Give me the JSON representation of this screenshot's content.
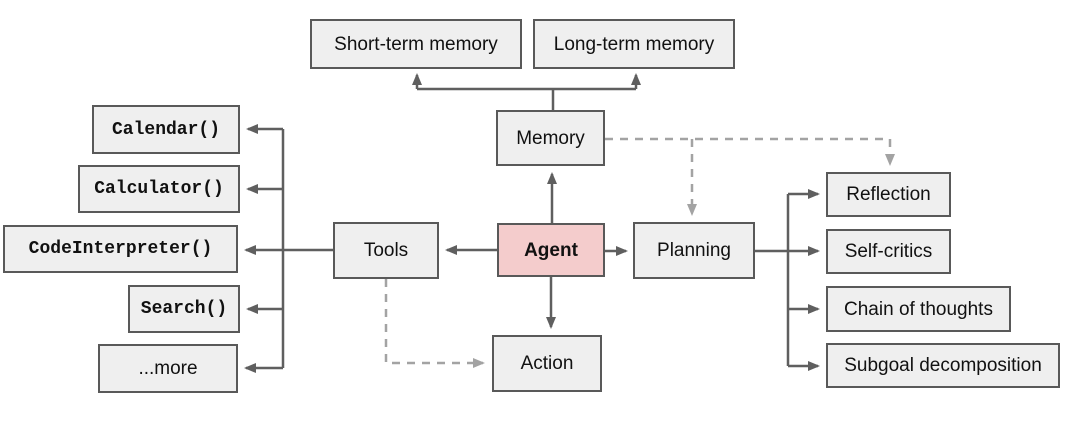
{
  "colors": {
    "background": "#ffffff",
    "node_fill": "#efefef",
    "node_border": "#595959",
    "agent_fill": "#f4cccc",
    "solid_line": "#5f5f5f",
    "dashed_line": "#a3a3a3",
    "text": "#111111"
  },
  "nodes": {
    "short_term_memory": {
      "label": "Short-term memory"
    },
    "long_term_memory": {
      "label": "Long-term memory"
    },
    "memory": {
      "label": "Memory"
    },
    "agent": {
      "label": "Agent"
    },
    "tools": {
      "label": "Tools"
    },
    "planning": {
      "label": "Planning"
    },
    "action": {
      "label": "Action"
    },
    "calendar": {
      "label": "Calendar()"
    },
    "calculator": {
      "label": "Calculator()"
    },
    "code_interpreter": {
      "label": "CodeInterpreter()"
    },
    "search": {
      "label": "Search()"
    },
    "more": {
      "label": "...more"
    },
    "reflection": {
      "label": "Reflection"
    },
    "self_critics": {
      "label": "Self-critics"
    },
    "chain_of_thoughts": {
      "label": "Chain of thoughts"
    },
    "subgoal_decomposition": {
      "label": "Subgoal decomposition"
    }
  },
  "edges": [
    {
      "from": "memory",
      "to": "short_term_memory",
      "style": "solid-arrow"
    },
    {
      "from": "memory",
      "to": "long_term_memory",
      "style": "solid-arrow"
    },
    {
      "from": "agent",
      "to": "memory",
      "style": "solid-arrow"
    },
    {
      "from": "agent",
      "to": "tools",
      "style": "solid-arrow"
    },
    {
      "from": "agent",
      "to": "planning",
      "style": "solid-arrow"
    },
    {
      "from": "agent",
      "to": "action",
      "style": "solid-arrow"
    },
    {
      "from": "tools",
      "to": "calendar",
      "style": "solid-arrow"
    },
    {
      "from": "tools",
      "to": "calculator",
      "style": "solid-arrow"
    },
    {
      "from": "tools",
      "to": "code_interpreter",
      "style": "solid-arrow"
    },
    {
      "from": "tools",
      "to": "search",
      "style": "solid-arrow"
    },
    {
      "from": "tools",
      "to": "more",
      "style": "solid-arrow"
    },
    {
      "from": "planning",
      "to": "reflection",
      "style": "solid-arrow"
    },
    {
      "from": "planning",
      "to": "self_critics",
      "style": "solid-arrow"
    },
    {
      "from": "planning",
      "to": "chain_of_thoughts",
      "style": "solid-arrow"
    },
    {
      "from": "planning",
      "to": "subgoal_decomposition",
      "style": "solid-arrow"
    },
    {
      "from": "memory",
      "to": "planning",
      "style": "dashed-arrow"
    },
    {
      "from": "memory",
      "to": "reflection",
      "style": "dashed-arrow"
    },
    {
      "from": "tools",
      "to": "action",
      "style": "dashed-arrow"
    }
  ]
}
